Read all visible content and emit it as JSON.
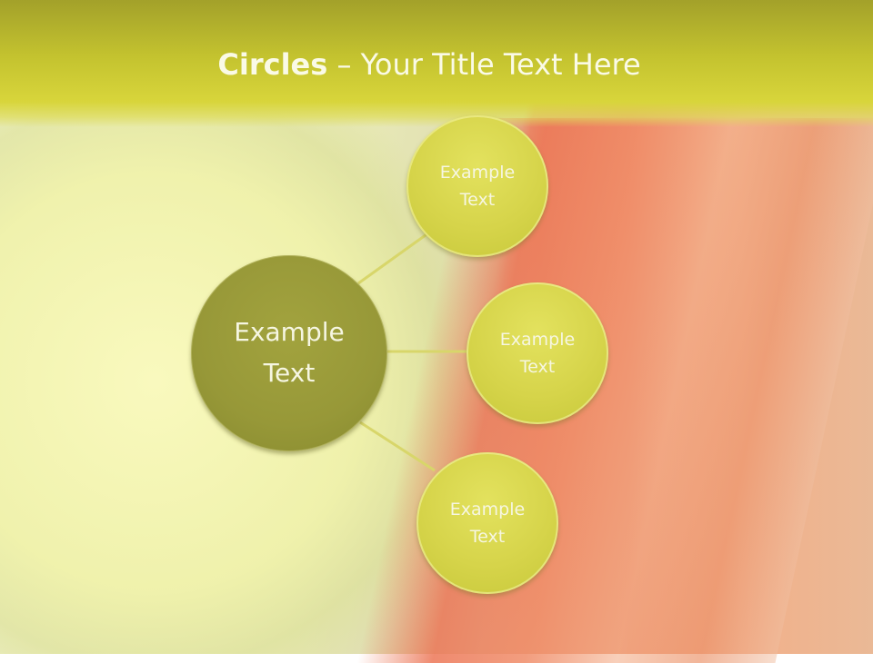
{
  "slide": {
    "title_bold": "Circles",
    "title_rest": " – Your Title Text Here",
    "colors": {
      "header": "#c4c32f",
      "center_circle": "#979838",
      "satellite_circle": "#d6d44a",
      "connector": "#d8d66a",
      "text": "#f6f6e2"
    }
  },
  "diagram": {
    "center": {
      "label": "Example\nText"
    },
    "satellites": [
      {
        "label": "Example\nText"
      },
      {
        "label": "Example\nText"
      },
      {
        "label": "Example\nText"
      }
    ]
  }
}
